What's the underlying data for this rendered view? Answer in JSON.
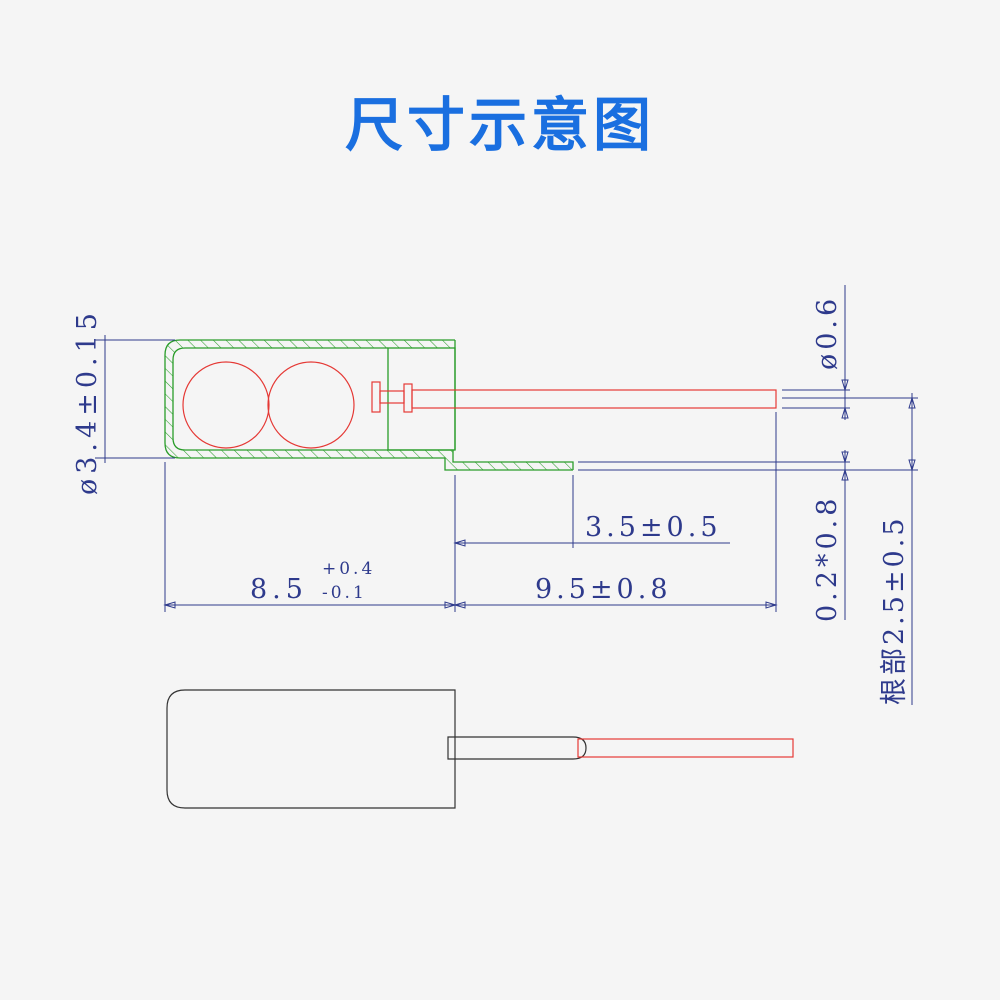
{
  "title": "尺寸示意图",
  "dimensions": {
    "diameter_body": "ø3.4±0.15",
    "diameter_wire": "ø0.6",
    "length_body_base": "8.5",
    "length_body_tol_plus": "+0.4",
    "length_body_tol_minus": "-0.1",
    "length_lead": "9.5±0.8",
    "length_tab": "3.5±0.5",
    "tab_thickness": "0.2*0.8",
    "root_label": "根部2.5±0.5"
  },
  "colors": {
    "title": "#1a6fe0",
    "dimension": "#2e3a8c",
    "hatch": "#2a9d2a",
    "wire": "#e53935",
    "outline": "#333333"
  }
}
